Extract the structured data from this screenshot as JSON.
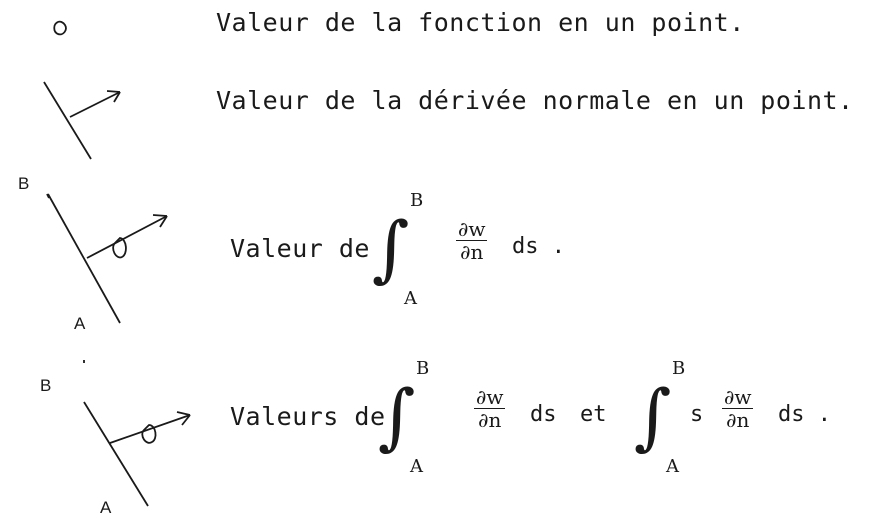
{
  "rows": [
    {
      "text": "Valeur de la fonction en un point."
    },
    {
      "text": "Valeur de la dérivée normale en un point."
    },
    {
      "prefix": "Valeur de",
      "int_lower": "A",
      "int_upper": "B",
      "frac_num": "∂w",
      "frac_den": "∂n",
      "diff": "ds .",
      "point_top": "B",
      "point_bottom": "A"
    },
    {
      "prefix": "Valeurs de",
      "int_lower": "A",
      "int_upper": "B",
      "frac_num": "∂w",
      "frac_den": "∂n",
      "diff": "ds",
      "conj": "et",
      "int2_lower": "A",
      "int2_upper": "B",
      "int2_factor": "s",
      "frac2_num": "∂w",
      "frac2_den": "∂n",
      "diff2": "ds .",
      "point_top": "B",
      "point_bottom": "A"
    }
  ]
}
